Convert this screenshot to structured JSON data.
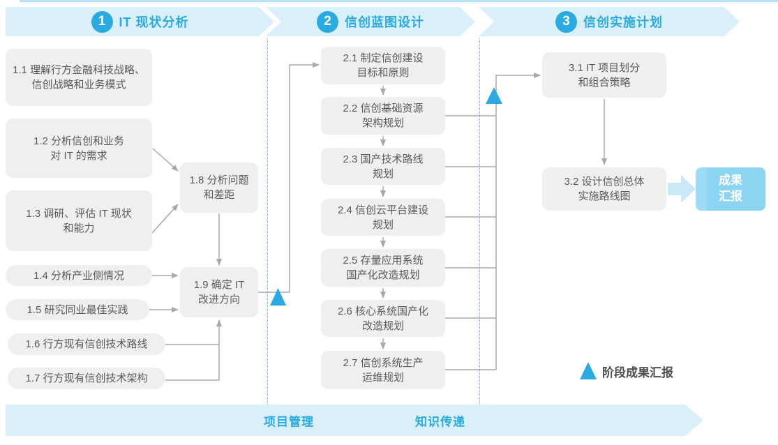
{
  "banners": [
    {
      "number": "1",
      "title": "IT 现状分析"
    },
    {
      "number": "2",
      "title": "信创蓝图设计"
    },
    {
      "number": "3",
      "title": "信创实施计划"
    }
  ],
  "phase1": {
    "b11": "1.1 理解行方金融科技战略、\n信创战略和业务模式",
    "b12": "1.2 分析信创和业务\n对 IT 的需求",
    "b13": "1.3 调研、评估 IT 现状\n和能力",
    "b14": "1.4 分析产业侧情况",
    "b15": "1.5 研究同业最佳实践",
    "b16": "1.6 行方现有信创技术路线",
    "b17": "1.7 行方现有信创技术架构",
    "b18": "1.8 分析问题\n和差距",
    "b19": "1.9 确定 IT\n改进方向"
  },
  "phase2": {
    "b21": "2.1 制定信创建设\n目标和原则",
    "b22": "2.2 信创基础资源\n架构规划",
    "b23": "2.3 国产技术路线\n规划",
    "b24": "2.4 信创云平台建设\n规划",
    "b25": "2.5 存量应用系统\n国产化改造规划",
    "b26": "2.6 核心系统国产化\n改造规划",
    "b27": "2.7 信创系统生产\n运维规划"
  },
  "phase3": {
    "b31": "3.1 IT 项目划分\n和组合策略",
    "b32": "3.2 设计信创总体\n实施路线图",
    "result": "成果\n汇报"
  },
  "legend": {
    "milestone_label": "阶段成果汇报"
  },
  "footer": {
    "left_label": "项目管理",
    "right_label": "知识传递"
  },
  "colors": {
    "accent_blue": "#29abe2",
    "banner_bg": "#d9effa",
    "box_bg": "#efeff0",
    "box_text": "#58595b",
    "connector_gray": "#a6a8ab",
    "result_box_bg": "#8bd5f3",
    "result_arrow": "#c9e9fa",
    "divider_dotted": "#45baea"
  }
}
